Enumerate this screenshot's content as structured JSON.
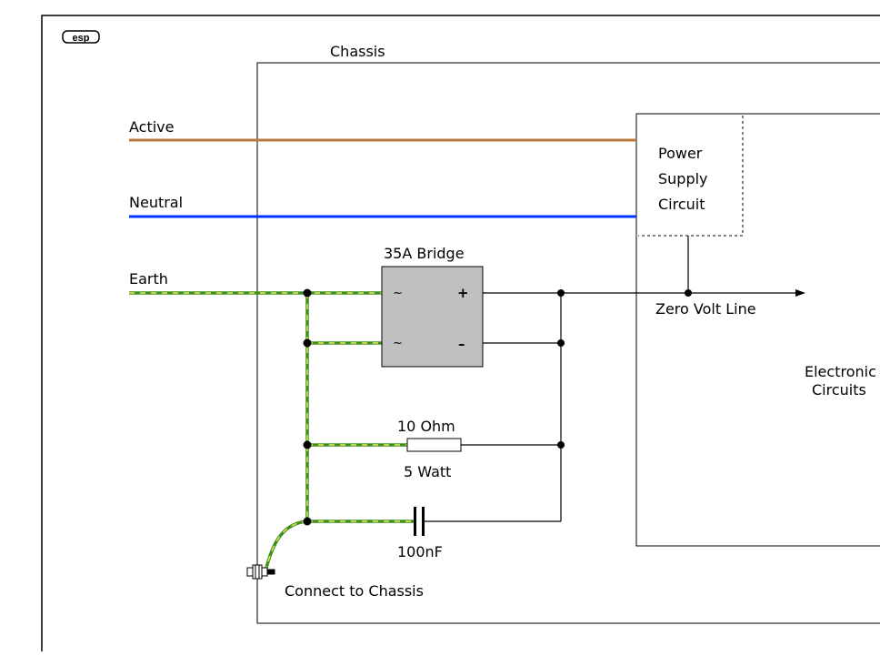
{
  "logo": "esp",
  "labels": {
    "chassis": "Chassis",
    "active": "Active",
    "neutral": "Neutral",
    "earth": "Earth",
    "power_supply_1": "Power",
    "power_supply_2": "Supply",
    "power_supply_3": "Circuit",
    "bridge": "35A Bridge",
    "bridge_ac1": "~",
    "bridge_ac2": "~",
    "bridge_plus": "+",
    "bridge_minus": "–",
    "zero_volt": "Zero Volt Line",
    "electronic_1": "Electronic",
    "electronic_2": "Circuits",
    "resistor_value": "10 Ohm",
    "resistor_power": "5 Watt",
    "capacitor_value": "100nF",
    "connect": "Connect to Chassis"
  },
  "colors": {
    "active": "#b87a3c",
    "neutral": "#0033ff",
    "earth_green": "#3e8f1e",
    "earth_yellow": "#e8e85a",
    "bridge_fill": "#c0c0c0",
    "line": "#000000"
  }
}
